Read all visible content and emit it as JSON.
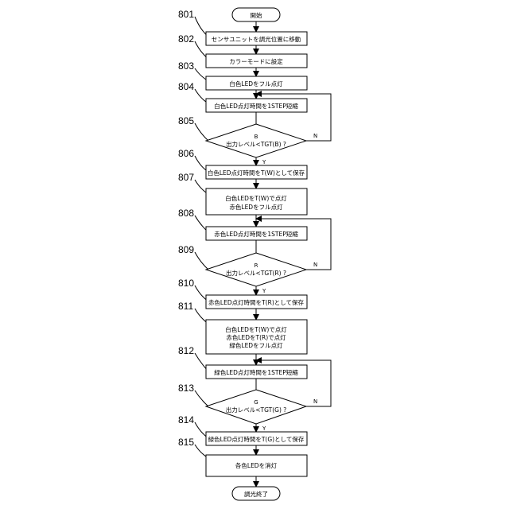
{
  "start_label": "開始",
  "end_label": "調光終了",
  "steps": {
    "s801": {
      "num": "801",
      "text": [
        "センサユニットを調光位置に移動"
      ]
    },
    "s802": {
      "num": "802",
      "text": [
        "カラーモードに設定"
      ]
    },
    "s803": {
      "num": "803",
      "text": [
        "白色LEDをフル点灯"
      ]
    },
    "s804": {
      "num": "804",
      "text": [
        "白色LED点灯時間を1STEP短縮"
      ]
    },
    "s805": {
      "num": "805",
      "letter": "B",
      "text": "出力レベル<TGT(B) ?",
      "yes": "Y",
      "no": "N"
    },
    "s806": {
      "num": "806",
      "text": [
        "白色LED点灯時間をT(W)として保存"
      ]
    },
    "s807": {
      "num": "807",
      "text": [
        "白色LEDをT(W)で点灯",
        "赤色LEDをフル点灯"
      ]
    },
    "s808": {
      "num": "808",
      "text": [
        "赤色LED点灯時間を1STEP短縮"
      ]
    },
    "s809": {
      "num": "809",
      "letter": "R",
      "text": "出力レベル<TGT(R) ?",
      "yes": "Y",
      "no": "N"
    },
    "s810": {
      "num": "810",
      "text": [
        "赤色LED点灯時間をT(R)として保存"
      ]
    },
    "s811": {
      "num": "811",
      "text": [
        "白色LEDをT(W)で点灯",
        "赤色LEDをT(R)で点灯",
        "緑色LEDをフル点灯"
      ]
    },
    "s812": {
      "num": "812",
      "text": [
        "緑色LED点灯時間を1STEP短縮"
      ]
    },
    "s813": {
      "num": "813",
      "letter": "G",
      "text": "出力レベル<TGT(G) ?",
      "yes": "Y",
      "no": "N"
    },
    "s814": {
      "num": "814",
      "text": [
        "緑色LED点灯時間をT(G)として保存"
      ]
    },
    "s815": {
      "num": "815",
      "text": [
        "各色LEDを消灯"
      ]
    }
  }
}
